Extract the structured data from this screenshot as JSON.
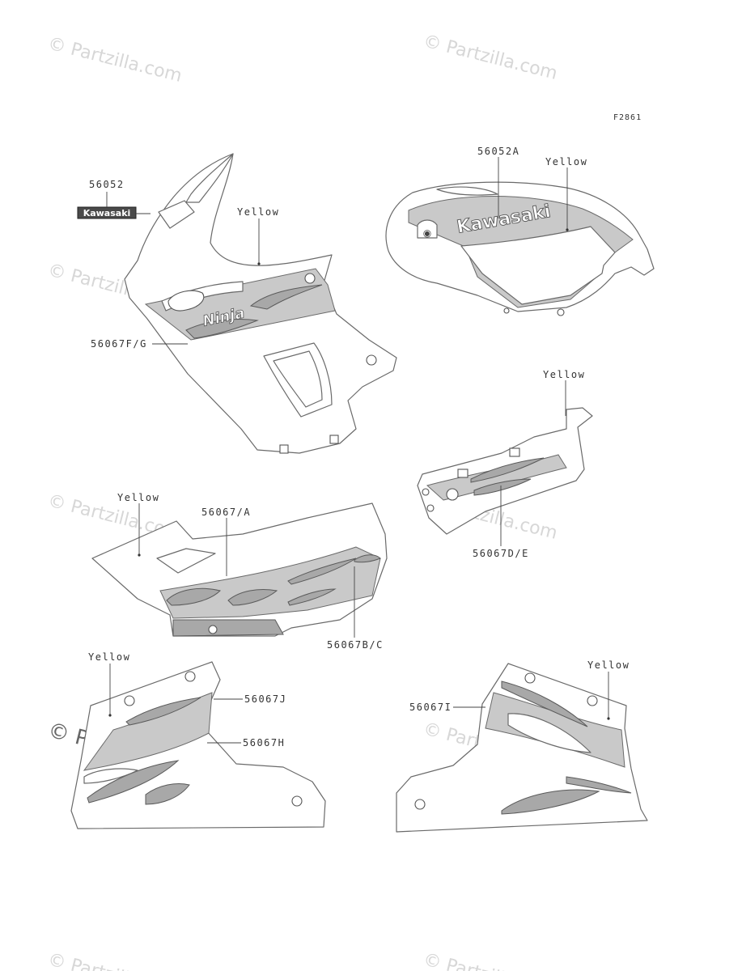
{
  "figure_code": "F2861",
  "watermark": "© Partzilla.com",
  "logo_kawasaki": "Kawasaki",
  "logo_ninja": "Ninja",
  "callouts": {
    "c56052": "56052",
    "c56052A": "56052A",
    "yellow": "Yellow",
    "c56067FG": "56067F/G",
    "c56067A": "56067/A",
    "c56067BC": "56067B/C",
    "c56067DE": "56067D/E",
    "c56067J": "56067J",
    "c56067H": "56067H",
    "c56067I": "56067I"
  },
  "colors": {
    "line": "#6a6a6a",
    "band": "#c9c9c9",
    "watermark": "#d7d7d7"
  }
}
